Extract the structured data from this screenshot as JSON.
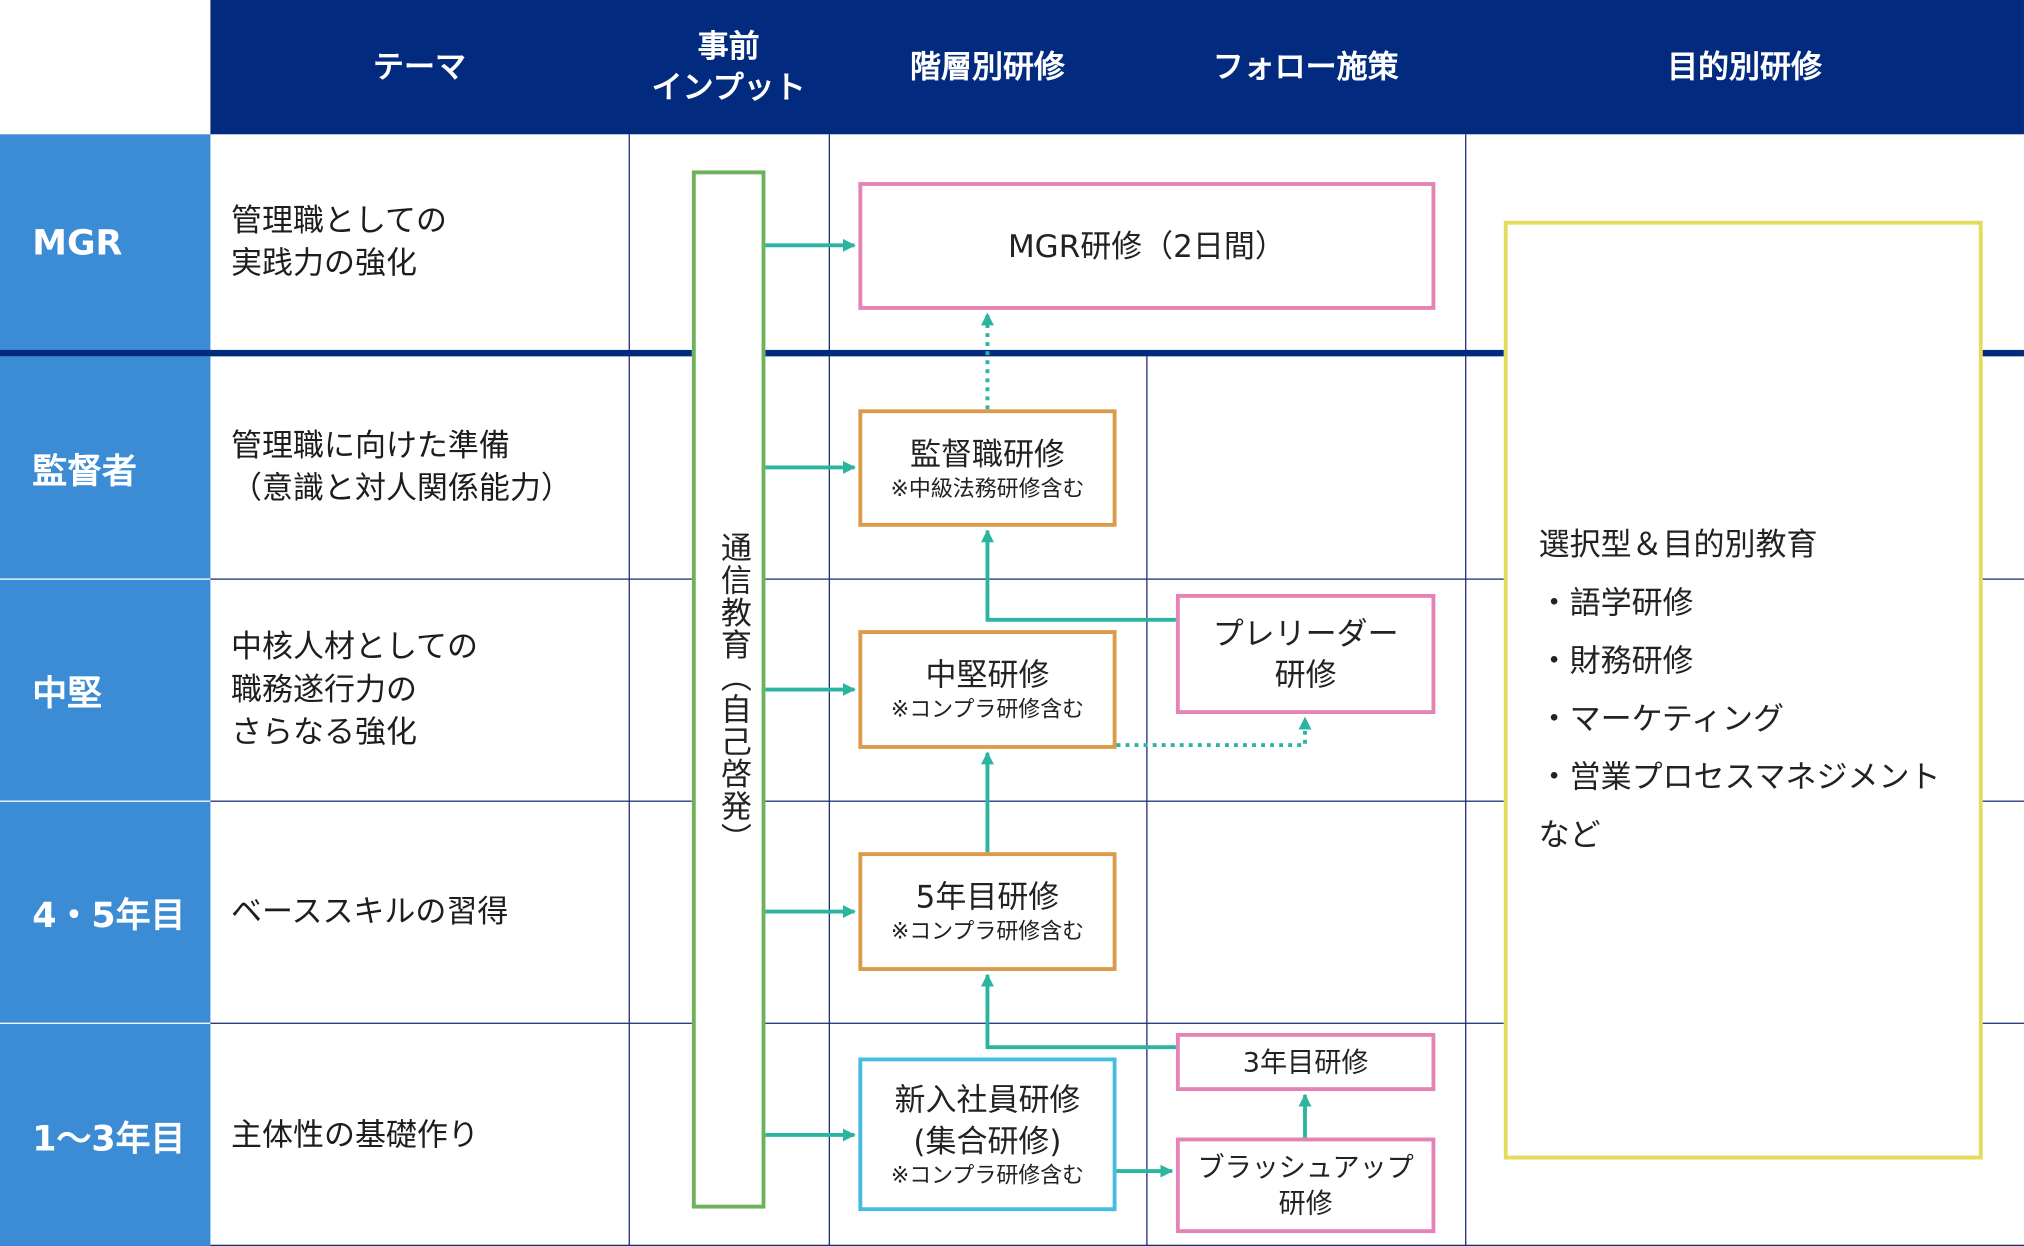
{
  "header": {
    "theme": "テーマ",
    "pre_input": "事前\nインプット",
    "tiered": "階層別研修",
    "follow": "フォロー施策",
    "purpose": "目的別研修"
  },
  "levels": [
    {
      "label": "MGR",
      "theme": "管理職としての\n実践力の強化"
    },
    {
      "label": "監督者",
      "theme": "管理職に向けた準備\n（意識と対人関係能力）"
    },
    {
      "label": "中堅",
      "theme": "中核人材としての\n職務遂行力の\nさらなる強化"
    },
    {
      "label": "4・5年目",
      "theme": "ベーススキルの習得"
    },
    {
      "label": "1〜3年目",
      "theme": "主体性の基礎作り"
    }
  ],
  "pre_input_box": "通信教育（自己啓発）",
  "trainings": {
    "mgr": {
      "title": "MGR研修（2日間）"
    },
    "supervisor": {
      "title": "監督職研修",
      "note": "※中級法務研修含む"
    },
    "midlevel": {
      "title": "中堅研修",
      "note": "※コンプラ研修含む"
    },
    "fifth_year": {
      "title": "5年目研修",
      "note": "※コンプラ研修含む"
    },
    "new_hire": {
      "title": "新入社員研修\n(集合研修)",
      "note": "※コンプラ研修含む"
    }
  },
  "follow_up": {
    "pre_leader": "プレリーダー\n研修",
    "third_year": "3年目研修",
    "brushup": "ブラッシュアップ\n研修"
  },
  "purpose_box": {
    "heading": "選択型＆目的別教育",
    "items": [
      "・語学研修",
      "・財務研修",
      "・マーケティング",
      "・営業プロセスマネジメント"
    ],
    "footer": "など"
  },
  "colors": {
    "header_bg": "#022a7e",
    "level_bg": "#3b8bd5",
    "arrow": "#2bb5a0",
    "pink_border": "#e483b6",
    "orange_border": "#dc9b4a",
    "cyan_border": "#46bde0",
    "green_border": "#6db25a",
    "yellow_border": "#e3dc5a"
  }
}
